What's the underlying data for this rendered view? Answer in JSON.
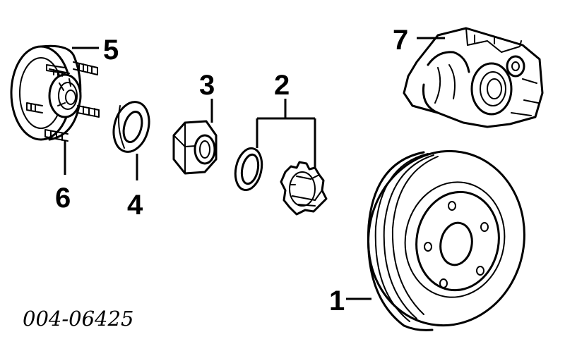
{
  "diagram": {
    "callouts": {
      "rotor": "1",
      "washer_set": "2",
      "nut": "3",
      "washer": "4",
      "hub": "5",
      "stud": "6",
      "caliper": "7"
    },
    "figure_code": "004-06425"
  }
}
